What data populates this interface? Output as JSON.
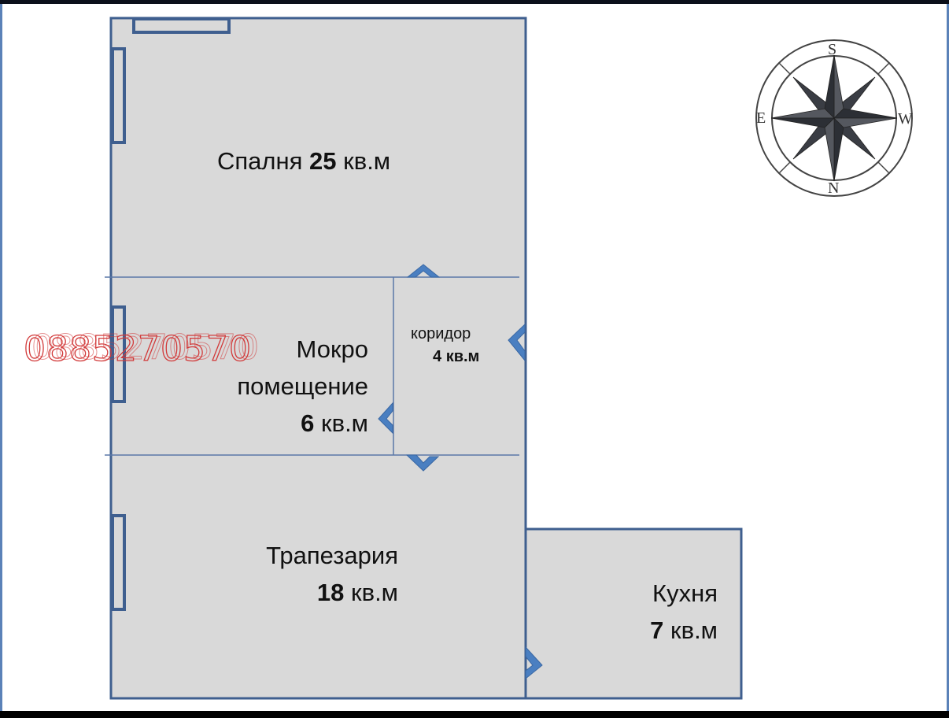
{
  "floor_plan": {
    "colors": {
      "wall": "#3f5f8f",
      "floor": "#d9d9d9",
      "door_marker": "#4a7fc1",
      "watermark": "#d23a3a",
      "background": "#ffffff"
    },
    "rooms": [
      {
        "id": "bedroom",
        "name": "Спалня",
        "area_value": "25",
        "area_unit": "кв.м"
      },
      {
        "id": "wet-room",
        "name_line1": "Мокро",
        "name_line2": "помещение",
        "area_value": "6",
        "area_unit": "кв.м"
      },
      {
        "id": "corridor",
        "name": "коридор",
        "area_value": "4",
        "area_unit": "кв.м"
      },
      {
        "id": "dining-room",
        "name": "Трапезария",
        "area_value": "18",
        "area_unit": "кв.м"
      },
      {
        "id": "kitchen",
        "name": "Кухня",
        "area_value": "7",
        "area_unit": "кв.м"
      }
    ],
    "compass": {
      "top": "S",
      "bottom": "N",
      "left": "E",
      "right": "W"
    },
    "watermark": "0885270570"
  }
}
